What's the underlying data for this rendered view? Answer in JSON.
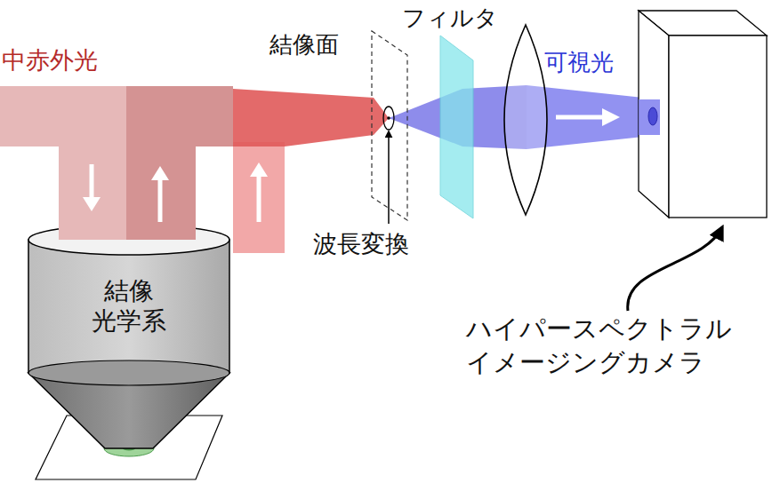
{
  "diagram": {
    "nodes": [
      {
        "text": [
          "結像 光学系"
        ]
      }
    ],
    "labels": [
      "中赤外光",
      "結像面",
      "フィルタ",
      "可視光",
      "波長変換",
      "ハイパースペクトラル イメージングカメラ"
    ]
  }
}
